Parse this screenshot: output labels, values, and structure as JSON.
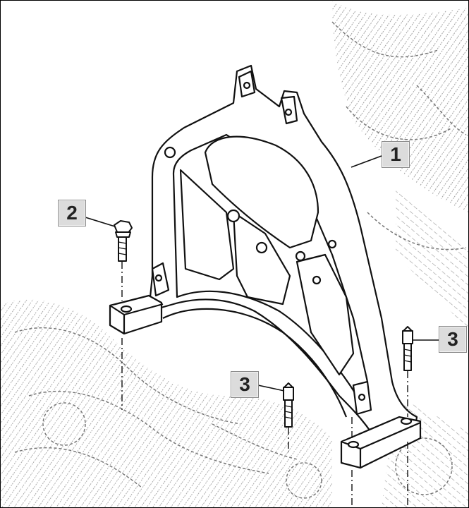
{
  "callouts": [
    {
      "id": "1",
      "label": "1",
      "part": "bracket"
    },
    {
      "id": "2",
      "label": "2",
      "part": "flange-bolt"
    },
    {
      "id": "3a",
      "label": "3",
      "part": "stud"
    },
    {
      "id": "3b",
      "label": "3",
      "part": "stud"
    }
  ]
}
